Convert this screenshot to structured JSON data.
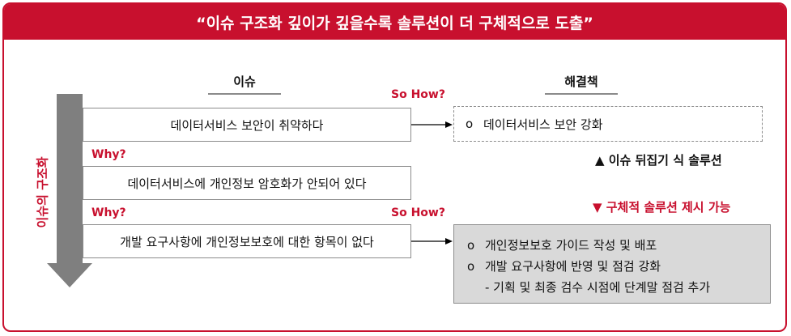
{
  "title": "“이슈 구조화 깊이가 깊을수록 솔루션이 더 구체적으로 도출”",
  "headers": {
    "issue": "이슈",
    "solution": "해결책"
  },
  "side_label": "이슈의 구조화",
  "issues": [
    "데이터서비스 보안이 취약하다",
    "데이터서비스에 개인정보 암호화가 안되어 있다",
    "개발 요구사항에 개인정보보호에 대한 항목이 없다"
  ],
  "connectors": {
    "so_how_1": "So How?",
    "why_1": "Why?",
    "why_2": "Why?",
    "so_how_2": "So How?"
  },
  "solution_1": {
    "bullet": "o",
    "text": "데이터서비스 보안 강화"
  },
  "note_flip": "▲ 이슈 뒤집기 식 솔루션",
  "note_specific": "▼ 구체적 솔루션 제시 가능",
  "solution_2": {
    "items": [
      {
        "bullet": "o",
        "text": "개인정보보호 가이드 작성 및 배포"
      },
      {
        "bullet": "o",
        "text": "개발 요구사항에 반영 및 점검 강화"
      }
    ],
    "sub": "- 기획 및 최종 검수 시점에 단계말 점검 추가"
  }
}
